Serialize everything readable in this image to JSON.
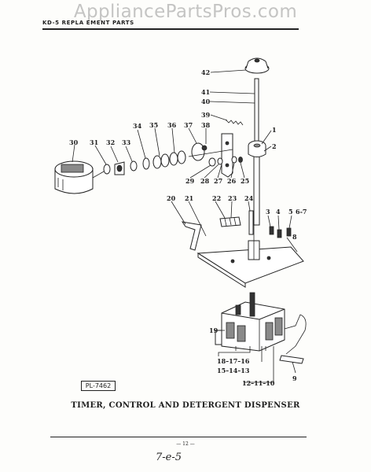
{
  "watermark": "AppliancePartsPros.com",
  "header": {
    "text": "KD-5   REPLA  EMENT PARTS"
  },
  "plate_tag": "PL-7462",
  "caption": "TIMER, CONTROL AND DETERGENT DISPENSER",
  "page_number": "— 12 —",
  "handwritten_note": "7-e-5",
  "part_labels": {
    "p1": "1",
    "p2": "2",
    "p3": "3",
    "p4": "4",
    "p5": "5",
    "p5ref": "6-7",
    "p8": "8",
    "p9": "9",
    "p19": "19",
    "p20": "20",
    "p21": "21",
    "p22": "22",
    "p23": "23",
    "p24": "24",
    "p25": "25",
    "p26": "26",
    "p27": "27",
    "p28": "28",
    "p29": "29",
    "p30": "30",
    "p31": "31",
    "p32": "32",
    "p33": "33",
    "p34": "34",
    "p35": "35",
    "p36": "36",
    "p37": "37",
    "p38": "38",
    "p39": "39",
    "p40": "40",
    "p41": "41",
    "p42": "42",
    "g18": "18–17–16",
    "g15": "15–14–13",
    "g12": "12–11–10"
  }
}
